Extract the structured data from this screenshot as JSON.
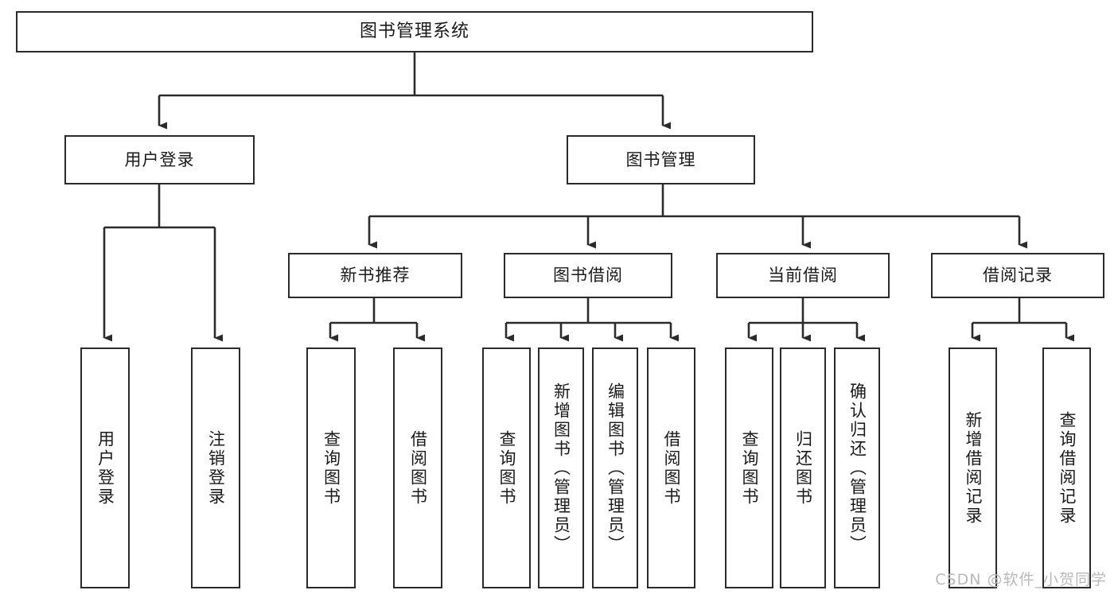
{
  "diagram": {
    "title": "图书管理系统",
    "type": "tree",
    "watermark": "CSDN @软件_小贺同学",
    "colors": {
      "box_border": "#2b2b2b",
      "box_fill": "#ffffff",
      "connector": "#2b2b2b",
      "text": "#1a1a1a",
      "watermark": "#b9b9b9"
    },
    "root": {
      "label": "图书管理系统"
    },
    "level2": [
      {
        "id": "login",
        "label": "用户登录"
      },
      {
        "id": "bookmgr",
        "label": "图书管理"
      }
    ],
    "level3": [
      {
        "id": "newbook",
        "label": "新书推荐",
        "parent": "bookmgr"
      },
      {
        "id": "borrow",
        "label": "图书借阅",
        "parent": "bookmgr"
      },
      {
        "id": "current",
        "label": "当前借阅",
        "parent": "bookmgr"
      },
      {
        "id": "record",
        "label": "借阅记录",
        "parent": "bookmgr"
      }
    ],
    "leaves": {
      "login": [
        {
          "label": "用户登录"
        },
        {
          "label": "注销登录"
        }
      ],
      "newbook": [
        {
          "label": "查询图书"
        },
        {
          "label": "借阅图书"
        }
      ],
      "borrow": [
        {
          "label": "查询图书"
        },
        {
          "label": "新增图书（管理员）"
        },
        {
          "label": "编辑图书（管理员）"
        },
        {
          "label": "借阅图书"
        }
      ],
      "current": [
        {
          "label": "查询图书"
        },
        {
          "label": "归还图书"
        },
        {
          "label": "确认归还（管理员）"
        }
      ],
      "record": [
        {
          "label": "新增借阅记录"
        },
        {
          "label": "查询借阅记录"
        }
      ]
    }
  }
}
